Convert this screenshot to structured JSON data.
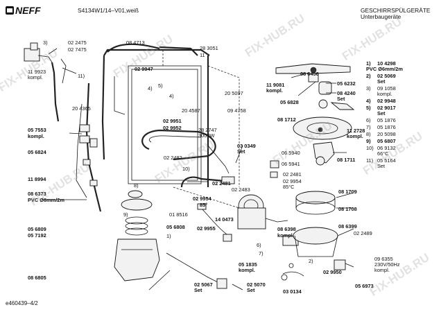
{
  "header": {
    "brand": "NEFF",
    "model": "S4134W1/14–V01,weiß",
    "category": "GESCHIRRSPÜLGERÄTE",
    "subcategory": "Unterbaugeräte"
  },
  "footer": {
    "doc_id": "e460439–4/2"
  },
  "watermark": "FIX-HUB.RU",
  "labels": {
    "l3": "3)",
    "l4a": "4)",
    "l4b": "4)",
    "l5": "5)",
    "l6": "6)",
    "l7": "7)",
    "l8": "8)",
    "l9": "9)",
    "l10": "10)",
    "l11": "11)",
    "l1": "1)",
    "l2": "2)",
    "p022475": "02 2475",
    "p027475": "02 7475",
    "p119923": "11 9923",
    "p119923k": "kompl.",
    "p084713": "08 4713",
    "p283051": "28 3051",
    "p283051v": "11",
    "p029947": "02 9947",
    "p204365": "20 4365",
    "p205097": "20 5097",
    "p204587": "20 4587",
    "p094758": "09 4758",
    "p029951": "02 9951",
    "p029952": "02 9952",
    "p057553": "05 7553",
    "p057553k": "kompl.",
    "p056824": "05 6824",
    "p282747": "28 2747",
    "p282747w": "3000W",
    "p030349": "03 0349",
    "p030349s": "Set",
    "p022482": "02 2482",
    "p022481": "02 2481",
    "p022483": "02 2483",
    "p118994": "11 8994",
    "p086373": "08 6373",
    "p086373pvc": "PVC Ø8mm/2m",
    "p029954": "02 9954",
    "p029954t": "85°",
    "p018516": "01 8516",
    "p056809": "05 6809",
    "p057192": "05 7192",
    "p056808": "05 6808",
    "p140473": "14 0473",
    "p029955": "02 9955",
    "p086398": "08 6398",
    "p086398k": "kompl.",
    "p086805": "08 6805",
    "p051835": "05 1835",
    "p051835k": "kompl.",
    "p025067": "02 5067",
    "p025067s": "Set",
    "p025070": "02 5070",
    "p025070s": "Set",
    "p086456": "08 6456",
    "p119081": "11 9081",
    "p119081k": "kompl.",
    "p056232": "05 6232",
    "p084240": "08 4240",
    "p084240s": "Set",
    "p056828": "05 6828",
    "p081712": "08 1712",
    "p112728": "11 2728",
    "p112728k": "kompl.",
    "p065940": "06 5940",
    "p065941": "06 5941",
    "p022481b": "02 2481",
    "p029954b": "02 9954",
    "p029954bt": "85°C",
    "p081711": "08 1711",
    "p081709": "08 1709",
    "p081708": "08 1708",
    "p086399": "08 6399",
    "p022489": "02 2489",
    "p029950": "02 9950",
    "p096355": "09 6355",
    "p096355v": "230V/50Hz",
    "p096355k": "kompl.",
    "p056973": "05 6973",
    "p030134": "03 0134"
  },
  "legend": [
    {
      "ref": "1)",
      "part": "10 4298",
      "note": "PVC Ø6mm/2m",
      "bold": true
    },
    {
      "ref": "2)",
      "part": "02 5069",
      "note": "Set",
      "bold": true
    },
    {
      "ref": "3)",
      "part": "09 1058",
      "note": "kompl.",
      "bold": false
    },
    {
      "ref": "4)",
      "part": "02 9948",
      "note": "",
      "bold": true
    },
    {
      "ref": "5)",
      "part": "02 9017",
      "note": "Set",
      "bold": true
    },
    {
      "ref": "6)",
      "part": "05 1876",
      "note": "",
      "bold": false
    },
    {
      "ref": "7)",
      "part": "05 1876",
      "note": "",
      "bold": false
    },
    {
      "ref": "8)",
      "part": "20 5098",
      "note": "",
      "bold": false
    },
    {
      "ref": "9)",
      "part": "05 6807",
      "note": "",
      "bold": true
    },
    {
      "ref": "10)",
      "part": "06 9132",
      "note": "66°C",
      "bold": false
    },
    {
      "ref": "11)",
      "part": "05 5164",
      "note": "Set",
      "bold": false
    }
  ]
}
